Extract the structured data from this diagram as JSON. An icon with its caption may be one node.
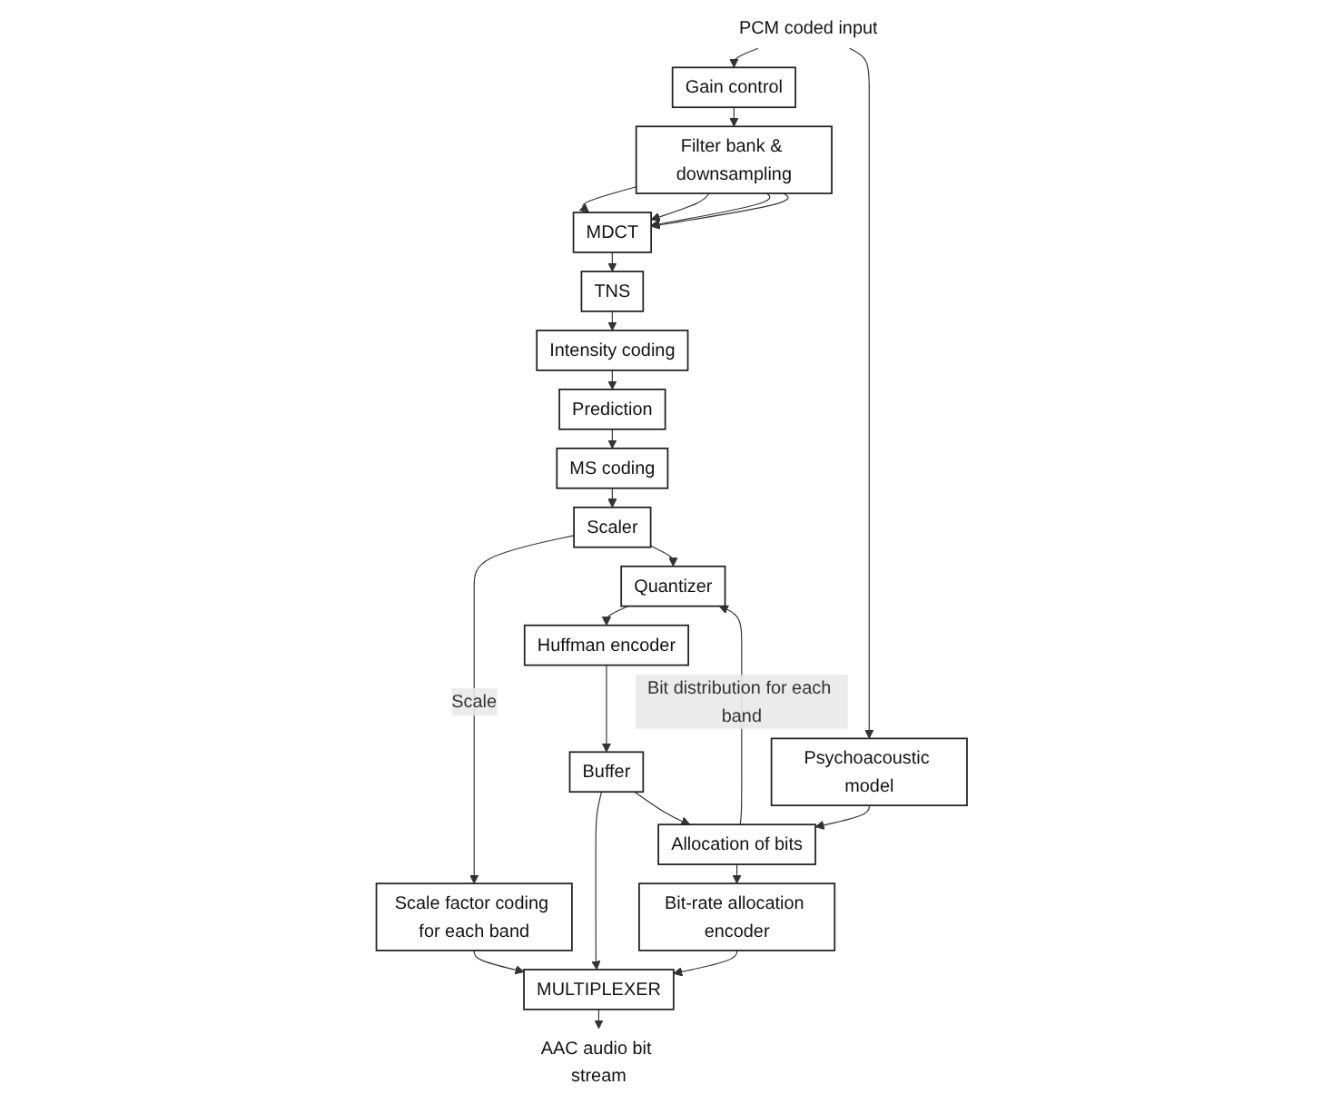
{
  "diagram": {
    "nodes": [
      {
        "text": [
          "PCM coded input"
        ]
      },
      {
        "text": [
          "Gain control"
        ]
      },
      {
        "text": [
          "Filter bank & downsampling"
        ]
      },
      {
        "text": [
          "MDCT"
        ]
      },
      {
        "text": [
          "TNS"
        ]
      },
      {
        "text": [
          "Intensity coding"
        ]
      },
      {
        "text": [
          "Prediction"
        ]
      },
      {
        "text": [
          "MS coding"
        ]
      },
      {
        "text": [
          "MULTIPLEXER"
        ]
      },
      {
        "text": [
          "Scale factor coding for each band"
        ]
      },
      {
        "text": [
          "Scaler"
        ]
      },
      {
        "text": [
          "Quantizer"
        ]
      },
      {
        "text": [
          "Huffman encoder"
        ]
      },
      {
        "text": [
          "Buffer"
        ]
      },
      {
        "text": [
          "Psychoacoustic model"
        ]
      },
      {
        "text": [
          "Allocation of bits"
        ]
      },
      {
        "text": [
          "Bit-rate allocation encoder"
        ]
      },
      {
        "text": [
          "AAC audio bit stream"
        ]
      }
    ],
    "edges": [
      {
        "from": 0,
        "to": 1,
        "arrow": "to"
      },
      {
        "from": 0,
        "to": 14,
        "arrow": "to"
      },
      {
        "from": 1,
        "to": 2,
        "arrow": "to"
      },
      {
        "from": 2,
        "to": 3,
        "arrow": "to"
      },
      {
        "from": 2,
        "to": 3,
        "arrow": "to"
      },
      {
        "from": 2,
        "to": 3,
        "arrow": "to"
      },
      {
        "from": 2,
        "to": 3,
        "arrow": "to"
      },
      {
        "from": 3,
        "to": 4,
        "arrow": "to"
      },
      {
        "from": 4,
        "to": 5,
        "arrow": "to"
      },
      {
        "from": 5,
        "to": 6,
        "arrow": "to"
      },
      {
        "from": 6,
        "to": 7,
        "arrow": "to"
      },
      {
        "from": 7,
        "to": 10,
        "arrow": "to"
      },
      {
        "from": 10,
        "to": 9,
        "label": "Scale",
        "arrow": "to"
      },
      {
        "from": 10,
        "to": 11,
        "arrow": "to"
      },
      {
        "from": 11,
        "to": 12,
        "arrow": "to"
      },
      {
        "from": 12,
        "to": 13,
        "arrow": "to"
      },
      {
        "from": 9,
        "to": 8,
        "arrow": "to"
      },
      {
        "from": 13,
        "to": 8,
        "arrow": "to"
      },
      {
        "from": 13,
        "to": 15,
        "arrow": "to"
      },
      {
        "from": 15,
        "to": 11,
        "label": "Bit distribution for each band",
        "arrow": "to"
      },
      {
        "from": 14,
        "to": 15,
        "arrow": "to"
      },
      {
        "from": 15,
        "to": 16,
        "arrow": "to"
      },
      {
        "from": 16,
        "to": 8,
        "arrow": "to"
      },
      {
        "from": 8,
        "to": 17,
        "arrow": "to"
      }
    ]
  }
}
